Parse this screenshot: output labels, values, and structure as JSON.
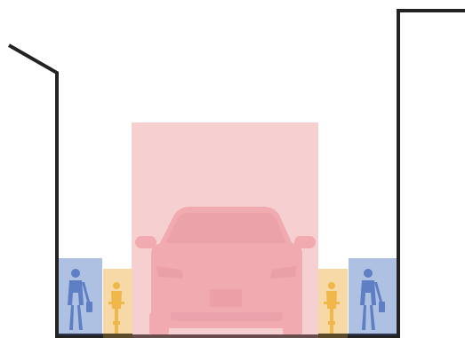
{
  "diagram": {
    "colors": {
      "outline": "#222222",
      "vehicle_zone": "#f6cfd1",
      "vehicle_shape": "#f0aab0",
      "vehicle_shadow": "#e89aa3",
      "pedestrian_zone": "#aec1e3",
      "pedestrian_figure": "#5f7fc4",
      "cyclist_zone": "#f7d9a8",
      "cyclist_figure": "#f0b84a",
      "ground_ped": "#2b3550",
      "ground_cyclist": "#5a4a2a",
      "ground_vehicle": "#6a4d4f"
    },
    "zones": [
      {
        "name": "pedestrian-zone-left",
        "kind": "pedestrian"
      },
      {
        "name": "cyclist-zone-left",
        "kind": "cyclist"
      },
      {
        "name": "vehicle-zone",
        "kind": "vehicle"
      },
      {
        "name": "cyclist-zone-right",
        "kind": "cyclist"
      },
      {
        "name": "pedestrian-zone-right",
        "kind": "pedestrian"
      }
    ],
    "icons": {
      "pedestrian": "pedestrian-icon",
      "cyclist": "cyclist-icon",
      "car": "car-icon"
    }
  }
}
